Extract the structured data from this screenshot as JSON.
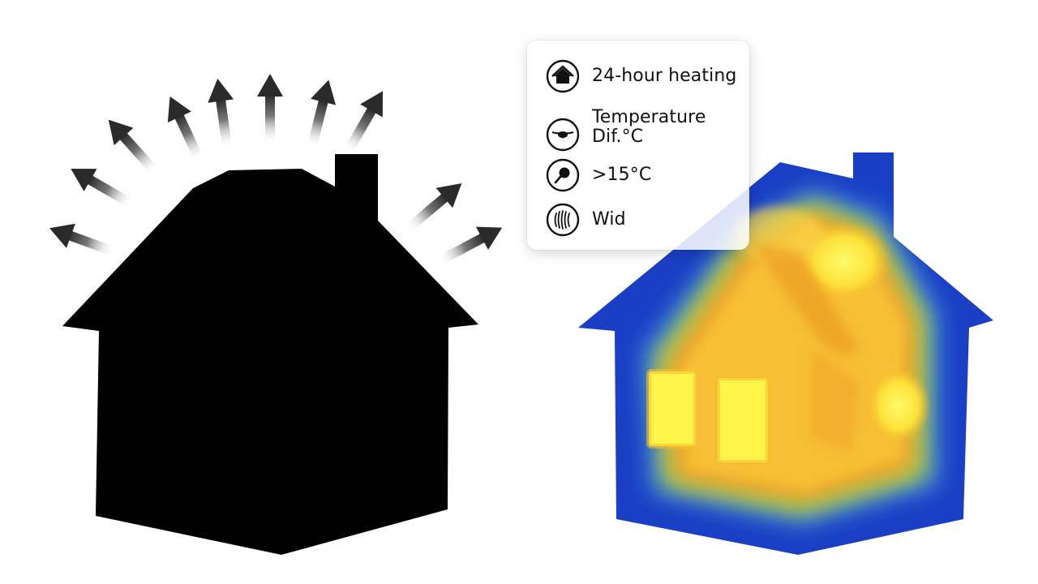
{
  "legend": {
    "items": [
      {
        "icon": "house-icon",
        "text": "24-hour heating"
      },
      {
        "icon": "radiator-icon",
        "line1": "Temperature",
        "line2": "Dif.°C"
      },
      {
        "icon": "thermometer-icon",
        "text": ">15°C"
      },
      {
        "icon": "wind-icon",
        "text": "Wid"
      }
    ]
  },
  "colors": {
    "silhouette": "#000000",
    "heat_arrow": "#333333",
    "thermal_cold": "#1a3fc4",
    "thermal_warm": "#f5a623",
    "thermal_hot": "#fff23a"
  }
}
